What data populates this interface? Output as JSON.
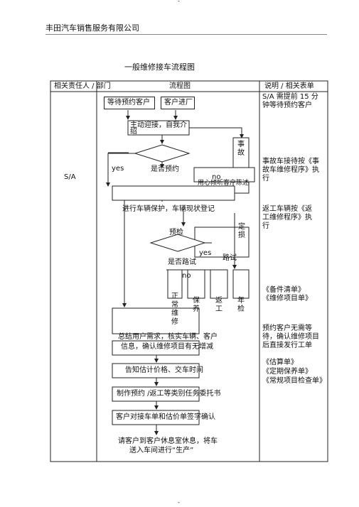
{
  "header": {
    "company": "丰田汽车销售服务有限公司",
    "page_mark_top": "-",
    "page_mark_bottom": "-"
  },
  "doc": {
    "title": "一般维修接车流程图"
  },
  "table": {
    "col_role": "相关责任人 / 部门",
    "col_flow": "流程图",
    "col_note": "说明 / 相关表单",
    "role": "S/A"
  },
  "flow": {
    "start_waiting": "等待预约客户",
    "start_walkin": "客户进厂",
    "greet": "主动迎接，自我介绍",
    "decision_appoint": "是否预约",
    "yes1": "yes",
    "no1": "no",
    "consult": "用心倾听客户陈述",
    "accident": "事故",
    "register": "进行车辆保护，车辆现状登记",
    "decision_pre": "预检",
    "fixed": "定损",
    "yes2": "yes",
    "decision_road": "是否路试",
    "road": "路试",
    "no2": "no",
    "branch_normal": "正常维修",
    "branch_maint": "保养",
    "branch_return": "返工",
    "branch_inspect": "年检",
    "summary_1": "总结用户需求，核实车辆、客户",
    "summary_2": "信息，确认维修项目有无增减",
    "estimate": "告知估计价格、交车时间",
    "order": "制作预约 /返工等类别任务委托书",
    "confirm": "客户对接车单和估价单签字确认",
    "final_1": "请客户到客户休息室休息，将车",
    "final_2": "送入车间进行“生产”"
  },
  "notes": {
    "n1_1": "S/A 需提前 15 分",
    "n1_2": "钟等待预约客户",
    "n2_1": "事故车接待按《事",
    "n2_2": "故车维修程序》执",
    "n2_3": "行",
    "n3_1": "返工车辆按《返",
    "n3_2": "工维修程序》执",
    "n3_3": "行",
    "n4_1": "《备件清单》",
    "n4_2": "《维修项目单》",
    "n5_1": "预约客户无需等",
    "n5_2": "待，确认维修项目",
    "n5_3": "后直接发行工单",
    "n6_1": "《估算单》",
    "n6_2": "《定期保养单》",
    "n6_3": "《常规项目检查单》"
  }
}
